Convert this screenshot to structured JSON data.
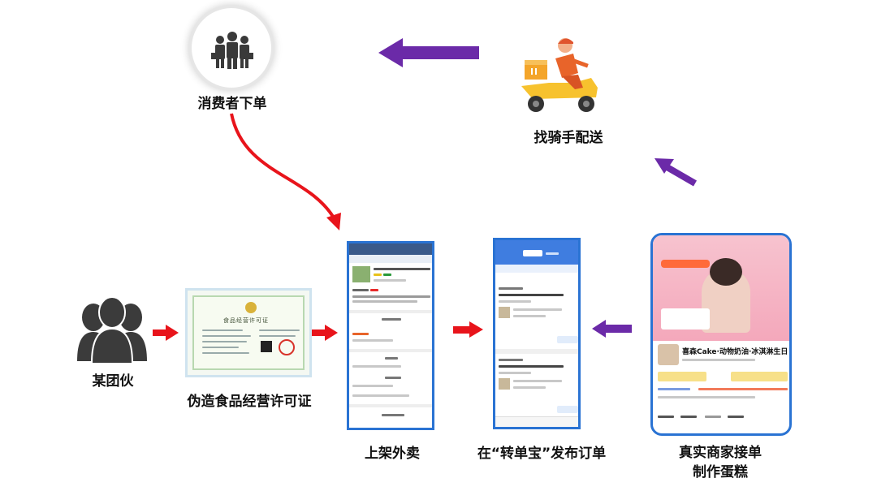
{
  "labels": {
    "consumer": "消费者下单",
    "rider": "找骑手配送",
    "gang": "某团伙",
    "license": "伪造食品经营许可证",
    "listing": "上架外卖",
    "publish": "在“转单宝”发布订单",
    "merchant_line1": "真实商家接单",
    "merchant_line2": "制作蛋糕"
  },
  "license_title": "食品经营许可证",
  "merchant_shop": "喜森Cake·动物奶油·冰淇淋生日",
  "colors": {
    "red_arrow": "#e8141b",
    "purple_arrow": "#6b2aa8",
    "phone_border": "#2a73d3"
  }
}
